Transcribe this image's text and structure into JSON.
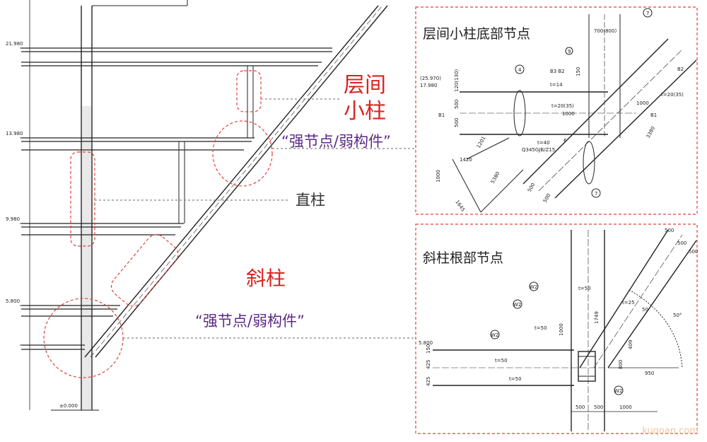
{
  "labels": {
    "storey_small_column_1": "层间",
    "storey_small_column_2": "小柱",
    "strong_joint_top": "“强节点/弱构件”",
    "straight_column": "直柱",
    "inclined_column": "斜柱",
    "strong_joint_bottom": "“强节点/弱构件”"
  },
  "detail_top": {
    "title": "层间小柱底部节点",
    "texts": {
      "elev_a": "(25.970)",
      "elev_b": "17.980",
      "d700": "700(800)",
      "d1000a": "1000",
      "d1000b": "1000",
      "d3380": "3380",
      "d1420": "1420",
      "d1201": "1201",
      "d1000c": "1000",
      "d1645": "1645",
      "d5380": "5380",
      "d500a": "500",
      "d500b": "500",
      "t14": "t=14",
      "t20a": "t=20(35)",
      "t20b": "t=20(35)",
      "t40": "t=40",
      "steel": "Q345GJB/Z15",
      "d120": "120(130)",
      "d500c": "500",
      "d500d": "500",
      "d150": "150",
      "b1": "B1",
      "b1b": "B1",
      "b2": "B2",
      "b3b2": "B3 B2",
      "n7": "7",
      "n9": "9",
      "n4": "4",
      "n7b": "7",
      "n6": "6"
    }
  },
  "detail_bottom": {
    "title": "斜柱根部节点",
    "texts": {
      "elev": "5.800",
      "w2a": "W2",
      "w2b": "W2",
      "w2c": "W2",
      "w2d": "W2",
      "t50a": "t=50",
      "t50b": "t=50",
      "t50c": "t=50",
      "t50d": "t=50",
      "t25": "t=25",
      "d1000a": "1000",
      "d1749": "1749",
      "d800": "800",
      "d500a": "500",
      "d500b": "500",
      "d1000b": "1000",
      "d950": "950",
      "d500c": "500",
      "d500d": "500",
      "d500e": "500",
      "d50": "50",
      "ang": "50°",
      "d425": "425",
      "d425b": "425",
      "d150": "150",
      "d409": "409"
    }
  },
  "left_elevations": [
    "21.980",
    "13.980",
    "9.980",
    "5.800",
    "±0.000"
  ],
  "watermark": "kuqoan.com",
  "colors": {
    "red_label": "#d9231f",
    "purple_label": "#5a2a86",
    "dash_red": "#e0413a",
    "line": "#222222"
  }
}
